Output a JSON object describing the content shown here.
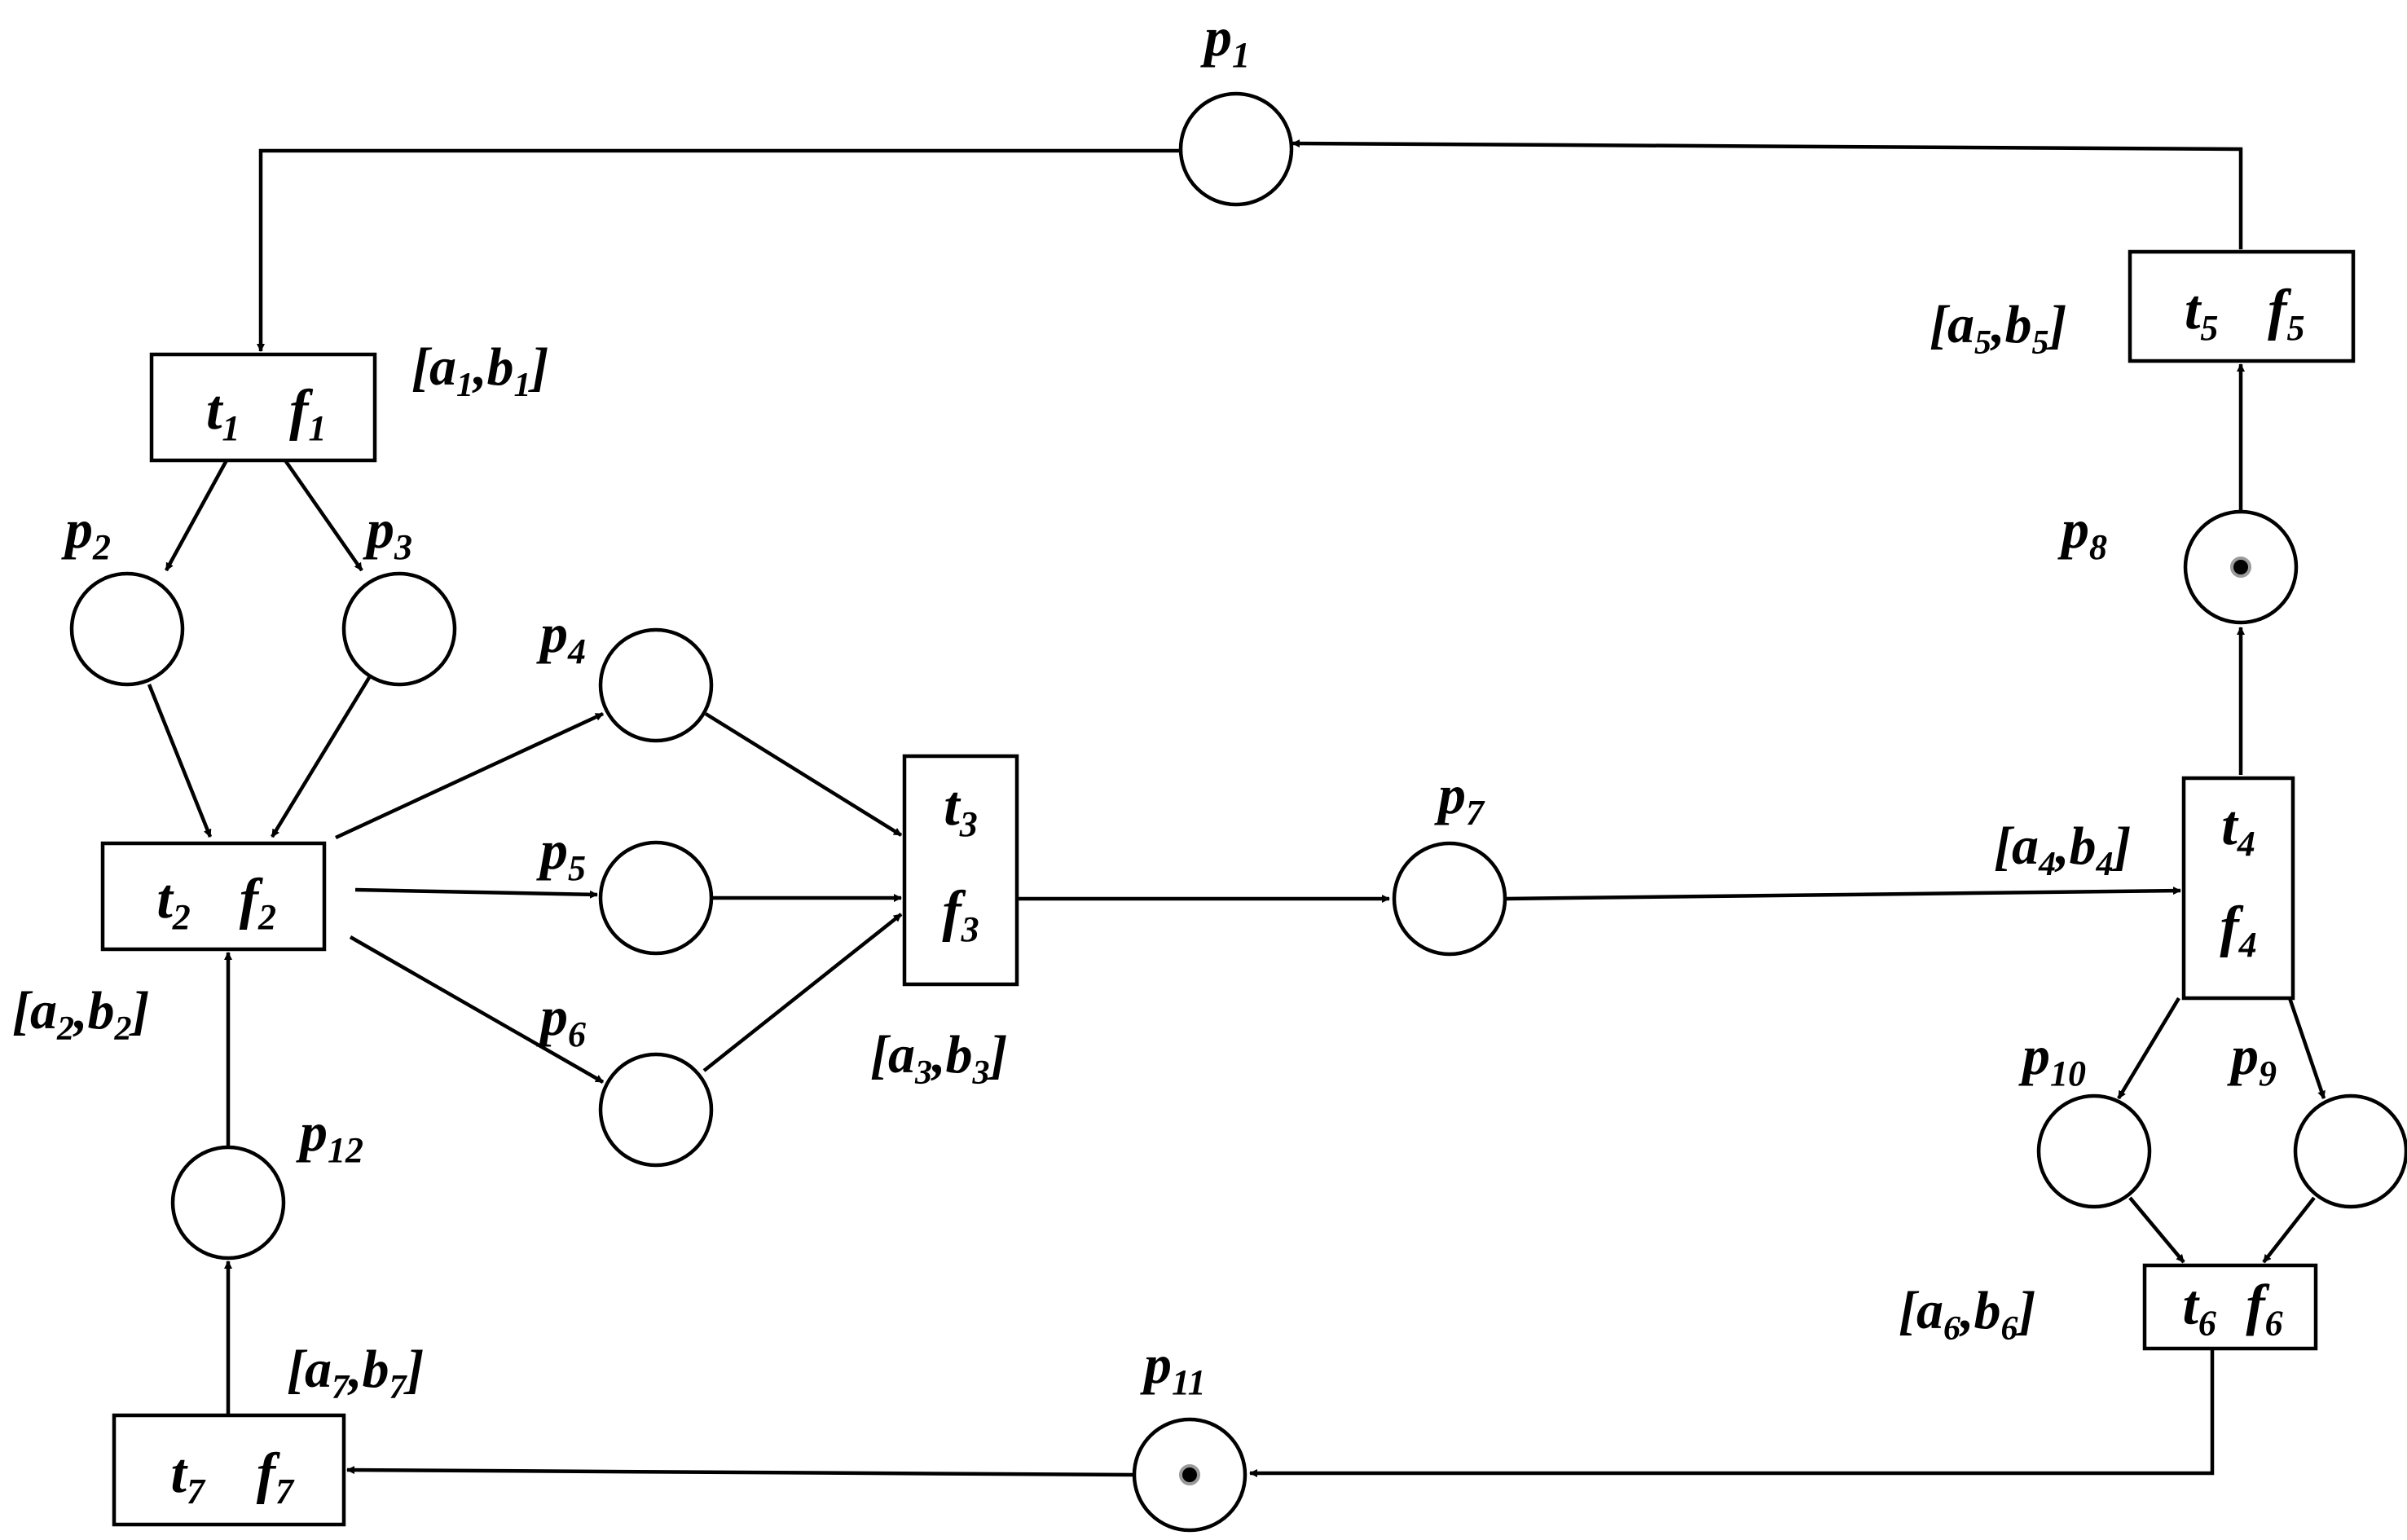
{
  "diagram": {
    "places": [
      {
        "id": "p1",
        "label": "p",
        "sub": "1",
        "token": false
      },
      {
        "id": "p2",
        "label": "p",
        "sub": "2",
        "token": false
      },
      {
        "id": "p3",
        "label": "p",
        "sub": "3",
        "token": false
      },
      {
        "id": "p4",
        "label": "p",
        "sub": "4",
        "token": false
      },
      {
        "id": "p5",
        "label": "p",
        "sub": "5",
        "token": false
      },
      {
        "id": "p6",
        "label": "p",
        "sub": "6",
        "token": false
      },
      {
        "id": "p7",
        "label": "p",
        "sub": "7",
        "token": false
      },
      {
        "id": "p8",
        "label": "p",
        "sub": "8",
        "token": true
      },
      {
        "id": "p9",
        "label": "p",
        "sub": "9",
        "token": false
      },
      {
        "id": "p10",
        "label": "p",
        "sub": "10",
        "token": false
      },
      {
        "id": "p11",
        "label": "p",
        "sub": "11",
        "token": true
      },
      {
        "id": "p12",
        "label": "p",
        "sub": "12",
        "token": false
      }
    ],
    "transitions": [
      {
        "id": "t1",
        "t_sub": "1",
        "f_sub": "1",
        "interval": {
          "a": "1",
          "b": "1"
        }
      },
      {
        "id": "t2",
        "t_sub": "2",
        "f_sub": "2",
        "interval": {
          "a": "2",
          "b": "2"
        }
      },
      {
        "id": "t3",
        "t_sub": "3",
        "f_sub": "3",
        "interval": {
          "a": "3",
          "b": "3"
        }
      },
      {
        "id": "t4",
        "t_sub": "4",
        "f_sub": "4",
        "interval": {
          "a": "4",
          "b": "4"
        }
      },
      {
        "id": "t5",
        "t_sub": "5",
        "f_sub": "5",
        "interval": {
          "a": "5",
          "b": "5"
        }
      },
      {
        "id": "t6",
        "t_sub": "6",
        "f_sub": "6",
        "interval": {
          "a": "6",
          "b": "6"
        }
      },
      {
        "id": "t7",
        "t_sub": "7",
        "f_sub": "7",
        "interval": {
          "a": "7",
          "b": "7"
        }
      }
    ],
    "arcs": [
      [
        "p1",
        "t1"
      ],
      [
        "t1",
        "p2"
      ],
      [
        "t1",
        "p3"
      ],
      [
        "p2",
        "t2"
      ],
      [
        "p3",
        "t2"
      ],
      [
        "t2",
        "p4"
      ],
      [
        "t2",
        "p5"
      ],
      [
        "t2",
        "p6"
      ],
      [
        "p4",
        "t3"
      ],
      [
        "p5",
        "t3"
      ],
      [
        "p6",
        "t3"
      ],
      [
        "t3",
        "p7"
      ],
      [
        "p7",
        "t4"
      ],
      [
        "t4",
        "p8"
      ],
      [
        "p8",
        "t5"
      ],
      [
        "t5",
        "p1"
      ],
      [
        "t4",
        "p10"
      ],
      [
        "t4",
        "p9"
      ],
      [
        "p10",
        "t6"
      ],
      [
        "p9",
        "t6"
      ],
      [
        "t6",
        "p11"
      ],
      [
        "p11",
        "t7"
      ],
      [
        "t7",
        "p12"
      ],
      [
        "p12",
        "t2"
      ]
    ],
    "colors": {
      "stroke": "#000000",
      "token_ring": "#9a9a9a",
      "background": "#ffffff"
    }
  }
}
